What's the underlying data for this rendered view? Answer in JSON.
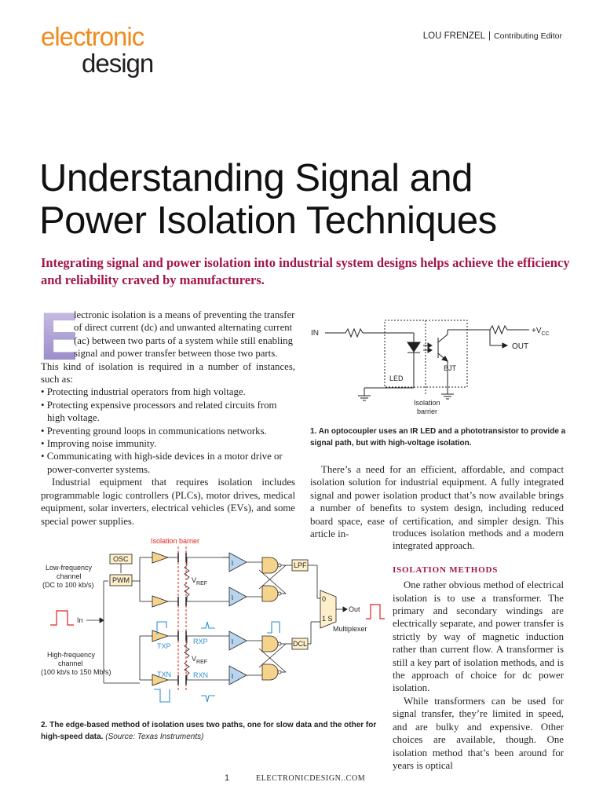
{
  "masthead": {
    "logo_top": "electronic",
    "logo_bottom": "design",
    "author": "LOU FRENZEL",
    "separator": "|",
    "role": "Contributing Editor"
  },
  "article": {
    "title_line1": "Understanding Signal and",
    "title_line2": "Power Isolation Techniques",
    "deck": "Integrating signal and power isolation into industrial system designs helps achieve the efficiency and reliability craved by manufacturers.",
    "dropcap": "E",
    "intro_lines": [
      "lectronic isolation is a means of preventing the transfer",
      "of direct current (dc) and unwanted alternating current",
      "(ac) between two parts of a system while still enabling",
      "signal and power transfer between those two parts."
    ],
    "intro_rest": "This kind of isolation is required in a number of instances, such as:",
    "bullets": [
      "Protecting industrial operators from high voltage.",
      "Protecting expensive processors and related circuits from high voltage.",
      "Preventing ground loops in communications networks.",
      "Improving noise immunity.",
      "Communicating with high-side devices in a motor drive or power-converter systems."
    ],
    "para_industrial": "Industrial equipment that requires isolation includes programmable logic controllers (PLCs), motor drives, medical equipment, solar inverters, electrical vehicles (EVs), and some special power supplies.",
    "para_need": "There’s a need for an efficient, affordable, and compact isolation solution for industrial equipment. A fully integrated signal and power isolation product that’s now available brings a number of benefits to system design, including reduced board space, ease of certification, and simpler design. This article in-",
    "para_need_end": "troduces isolation methods and a modern integrated approach.",
    "section_heading": "ISOLATION METHODS",
    "para_transformer": "One rather obvious method of electrical isolation is to use a transformer. The primary and secondary windings are electrically separate, and power transfer is strictly by way of magnetic induction rather than current flow. A transformer is still a key part of isolation methods, and is the approach of choice for dc power isolation.",
    "para_signal": "While transformers can be used for signal transfer, they’re limited in speed, and are bulky and expensive. Other choices are available, though. One isolation method that’s been around for years is optical"
  },
  "figure1": {
    "caption": "1. An optocoupler uses an IR LED and a phototransistor to provide a signal path, but with high-voltage isolation.",
    "labels": {
      "in": "IN",
      "vcc": "+V",
      "vcc_sub": "CC",
      "out": "OUT",
      "bjt": "BJT",
      "led": "LED",
      "barrier_line1": "Isolation",
      "barrier_line2": "barrier"
    }
  },
  "figure2": {
    "caption": "2. The edge-based method of isolation uses two paths, one for slow data and the other for high-speed data.",
    "source": "(Source: Texas Instruments)",
    "labels": {
      "isolation_barrier": "Isolation barrier",
      "osc": "OSC",
      "pwm": "PWM",
      "lf_line1": "Low-frequency",
      "lf_line2": "channel",
      "lf_line3": "(DC to 100 kb/s)",
      "in": "In",
      "hf_line1": "High-frequency",
      "hf_line2": "channel",
      "hf_line3": "(100 kb/s to 150 Mb/s)",
      "vref": "V",
      "vref_sub": "REF",
      "lpf": "LPF",
      "dcl": "DCL",
      "txp": "TXP",
      "txn": "TXN",
      "rxp": "RXP",
      "rxn": "RXN",
      "mux0": "0",
      "mux1": "1 S",
      "out": "Out",
      "multiplexer": "Multiplexer"
    },
    "accent_color": "#e2231a",
    "signal_color": "#2e8fd0",
    "buffer_fill": "#f6d38a",
    "comparator_fill": "#b8d5ef",
    "block_fill": "#fcefc9"
  },
  "footer": {
    "page_number": "1",
    "site": "ELECTRONICDESIGN..COM"
  }
}
